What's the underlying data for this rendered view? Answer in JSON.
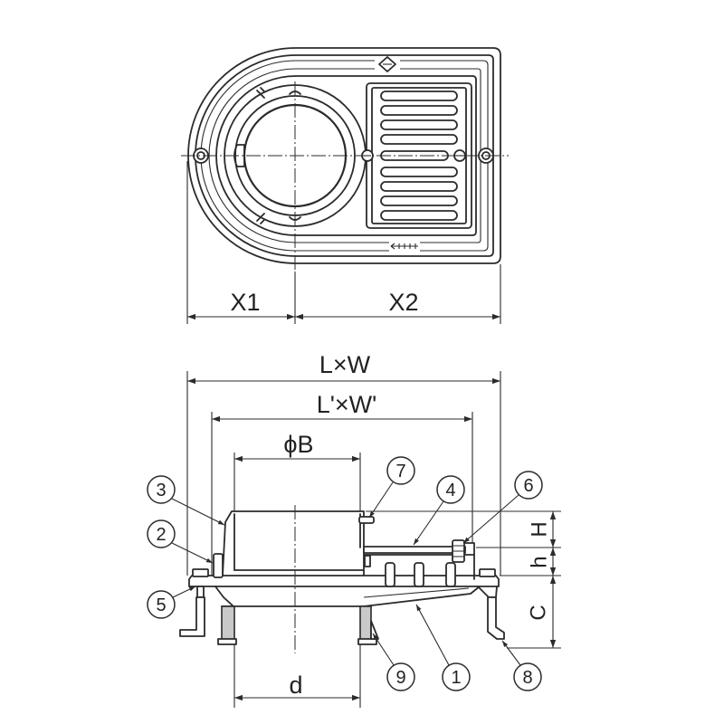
{
  "colors": {
    "line": "#2b2b2b",
    "background": "#ffffff",
    "section_wall": "#c9c9c9"
  },
  "plan_view": {
    "dimensions": {
      "x1": "X1",
      "x2": "X2"
    },
    "icons": [
      "diamond-logo-icon",
      "screw-icon"
    ]
  },
  "section_view": {
    "dimensions": {
      "overall": "L×W",
      "inner": "L'×W'",
      "bore": "ϕB",
      "outlet": "d",
      "upper": "H",
      "middle": "h",
      "lower": "C"
    },
    "callouts": [
      {
        "label": "3"
      },
      {
        "label": "2"
      },
      {
        "label": "5"
      },
      {
        "label": "7"
      },
      {
        "label": "4"
      },
      {
        "label": "6"
      },
      {
        "label": "9"
      },
      {
        "label": "1"
      },
      {
        "label": "8"
      }
    ]
  }
}
